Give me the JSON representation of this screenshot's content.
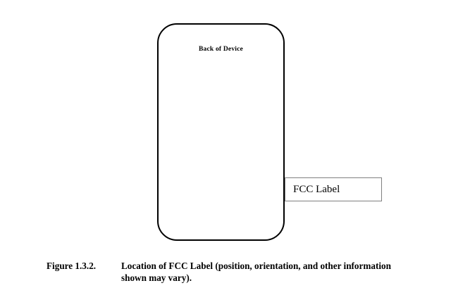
{
  "figure": {
    "device": {
      "label": "Back of Device",
      "outline_color": "#000000",
      "fill_color": "#ffffff"
    },
    "callout": {
      "label": "FCC Label",
      "border_color": "#808080",
      "fill_color": "#ffffff"
    }
  },
  "caption": {
    "number": "Figure 1.3.2.",
    "text": "Location of FCC Label (position, orientation, and other information shown may vary)."
  }
}
